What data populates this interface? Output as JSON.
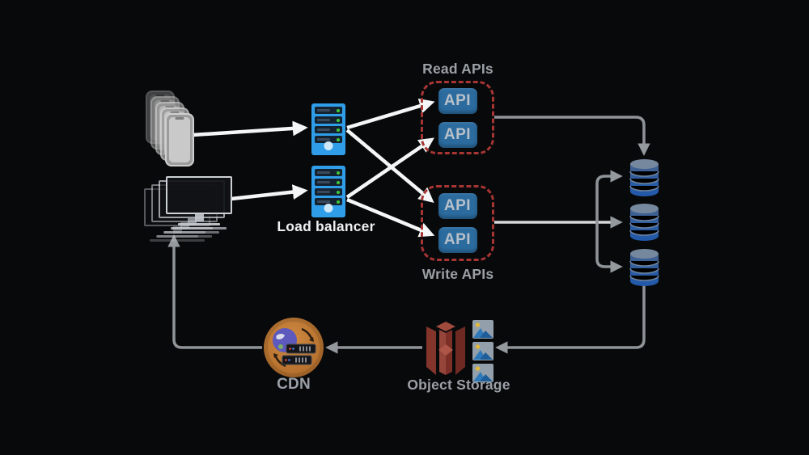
{
  "app": {
    "type": "system-architecture-diagram"
  },
  "labels": {
    "read_apis": "Read APIs",
    "write_apis": "Write APIs",
    "api": "API",
    "load_balancer": "Load balancer",
    "cdn": "CDN",
    "object_storage": "Object Storage"
  },
  "colors": {
    "background": "#08090b",
    "connector": "#8f9499",
    "connector_bright": "#d6d8da",
    "arrow_white": "#f5f6f7",
    "load_balancer_blue": "#2f9de8",
    "slot_dark": "#152330",
    "led_green": "#3ec93e",
    "api_box_blue": "#2b6b9e",
    "api_text": "#b8c0c9",
    "dashed_border_red": "#a63534",
    "label_gray": "#9aa0a6",
    "label_white": "#eef0f2",
    "cdn_orange": "#c5813c",
    "s3_red": "#8a3c33",
    "db_top": "#76889e",
    "db_body": "#2b5da6"
  },
  "nodes": [
    {
      "id": "mobile-clients",
      "icon": "phone-stack-icon",
      "count": 5
    },
    {
      "id": "desktop-clients",
      "icon": "monitor-stack-icon",
      "count": 4
    },
    {
      "id": "load-balancer-1",
      "icon": "server-icon"
    },
    {
      "id": "load-balancer-2",
      "icon": "server-icon",
      "label_key": "load_balancer"
    },
    {
      "id": "read-api-group",
      "label_key": "read_apis",
      "children": [
        "api",
        "api"
      ]
    },
    {
      "id": "write-api-group",
      "label_key": "write_apis",
      "children": [
        "api",
        "api"
      ]
    },
    {
      "id": "database-1",
      "icon": "database-icon"
    },
    {
      "id": "database-2",
      "icon": "database-icon"
    },
    {
      "id": "database-3",
      "icon": "database-icon"
    },
    {
      "id": "object-storage",
      "icon": "s3-bucket-icon",
      "label_key": "object_storage",
      "thumbnails": 3
    },
    {
      "id": "cdn",
      "icon": "cdn-globe-icon",
      "label_key": "cdn"
    }
  ],
  "edges": [
    {
      "from": "mobile-clients",
      "to": "load-balancer-1",
      "style": "white-arrow"
    },
    {
      "from": "desktop-clients",
      "to": "load-balancer-2",
      "style": "white-arrow"
    },
    {
      "from": "load-balancer-1",
      "to": "read-api-1",
      "style": "white-arrow"
    },
    {
      "from": "load-balancer-1",
      "to": "write-api-1",
      "style": "white-arrow"
    },
    {
      "from": "load-balancer-2",
      "to": "read-api-2",
      "style": "white-arrow"
    },
    {
      "from": "load-balancer-2",
      "to": "write-api-2",
      "style": "white-arrow"
    },
    {
      "from": "read-api-group",
      "to": "database-1",
      "style": "gray-arrow"
    },
    {
      "from": "write-api-group",
      "to": "database-1",
      "style": "gray-arrow"
    },
    {
      "from": "write-api-group",
      "to": "database-2",
      "style": "gray-arrow"
    },
    {
      "from": "write-api-group",
      "to": "database-3",
      "style": "gray-arrow"
    },
    {
      "from": "database-3",
      "to": "object-storage",
      "style": "gray-arrow"
    },
    {
      "from": "object-storage",
      "to": "cdn",
      "style": "gray-arrow"
    },
    {
      "from": "cdn",
      "to": "desktop-clients",
      "style": "gray-arrow"
    }
  ]
}
